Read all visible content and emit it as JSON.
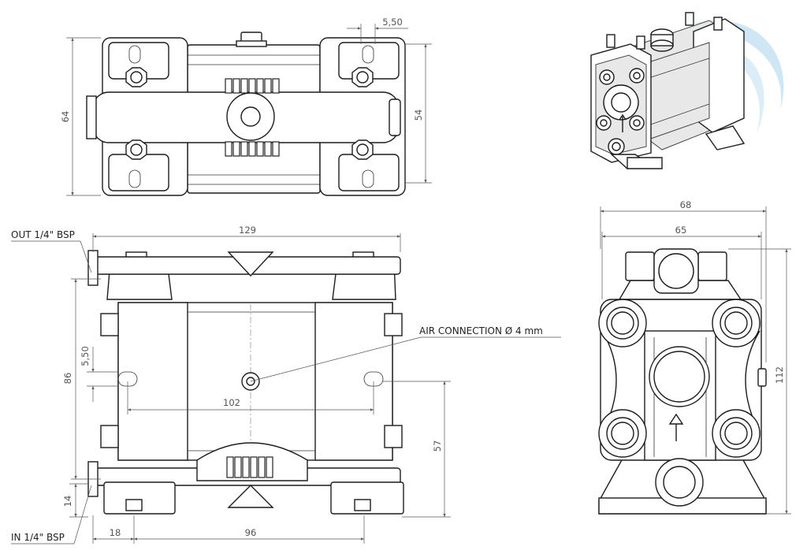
{
  "dimensions": {
    "top_width_550": "5,50",
    "top_height_64": "64",
    "top_height_54": "54",
    "front_width_129": "129",
    "front_height_86": "86",
    "front_port_550": "5,50",
    "front_span_102": "102",
    "front_height_57": "57",
    "front_base_14": "14",
    "front_offset_18": "18",
    "front_base_96": "96",
    "side_width_68": "68",
    "side_width_65": "65",
    "side_height_112": "112"
  },
  "callouts": {
    "outlet": "OUT 1/4\" BSP",
    "inlet": "IN 1/4\" BSP",
    "air_connection": "AIR CONNECTION Ø 4 mm"
  },
  "colors": {
    "line": "#1c1c1c",
    "dimension": "#555555",
    "accent_swoosh": "#b9dcef"
  }
}
